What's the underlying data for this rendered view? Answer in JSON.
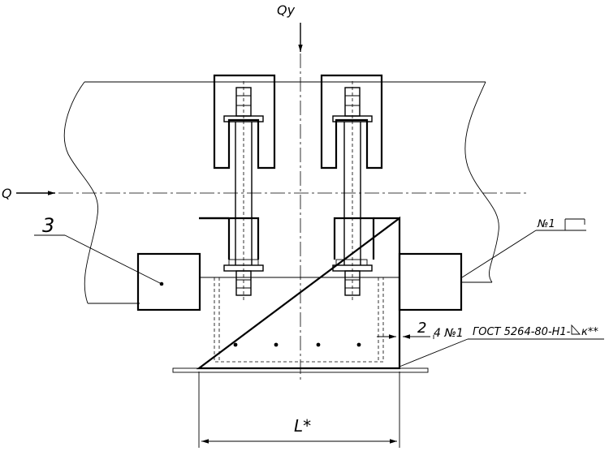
{
  "labels": {
    "load_vertical": "Qy",
    "load_horizontal": "Q",
    "part_number": "3",
    "weld_mark": "№1",
    "weld_spec": "ГОСТ 5264-80-Н1-",
    "weld_leg": "к**",
    "weld_count": "4 №1",
    "gap_dimension": "2",
    "length_dimension": "L*"
  }
}
